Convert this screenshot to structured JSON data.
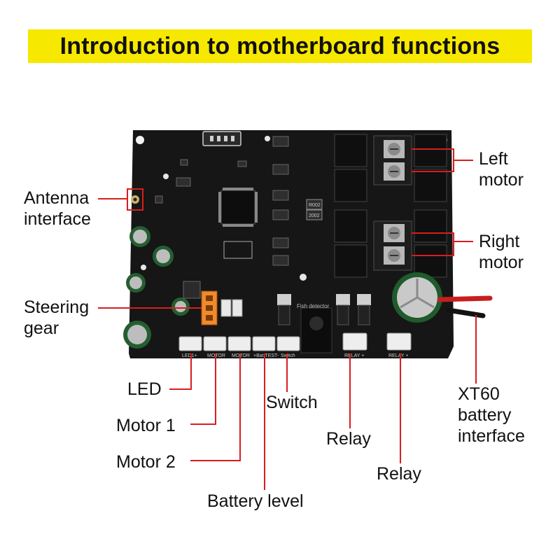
{
  "title": "Introduction to motherboard functions",
  "colors": {
    "title_background": "#f7e800",
    "board": "#161616",
    "callout_line": "#d81e1e",
    "label_text": "#111111"
  },
  "callouts": {
    "antenna": [
      "Antenna",
      "interface"
    ],
    "steering": [
      "Steering",
      "gear"
    ],
    "left_motor": [
      "Left",
      "motor"
    ],
    "right_motor": [
      "Right",
      "motor"
    ],
    "led": "LED",
    "motor1": "Motor 1",
    "motor2": "Motor 2",
    "battery_level": "Battery level",
    "switch": "Switch",
    "relay1": "Relay",
    "relay2": "Relay",
    "xt60": [
      "XT60",
      "battery",
      "interface"
    ]
  },
  "silkscreen": {
    "connectors": [
      "LED1+",
      "MOTOR",
      "MOTOR",
      "+Bat TEST-",
      "Switch",
      "RELAY +",
      "RELAY +"
    ],
    "fish_detector": "Fish detector",
    "chip_a": "R002",
    "chip_b": "2002"
  }
}
